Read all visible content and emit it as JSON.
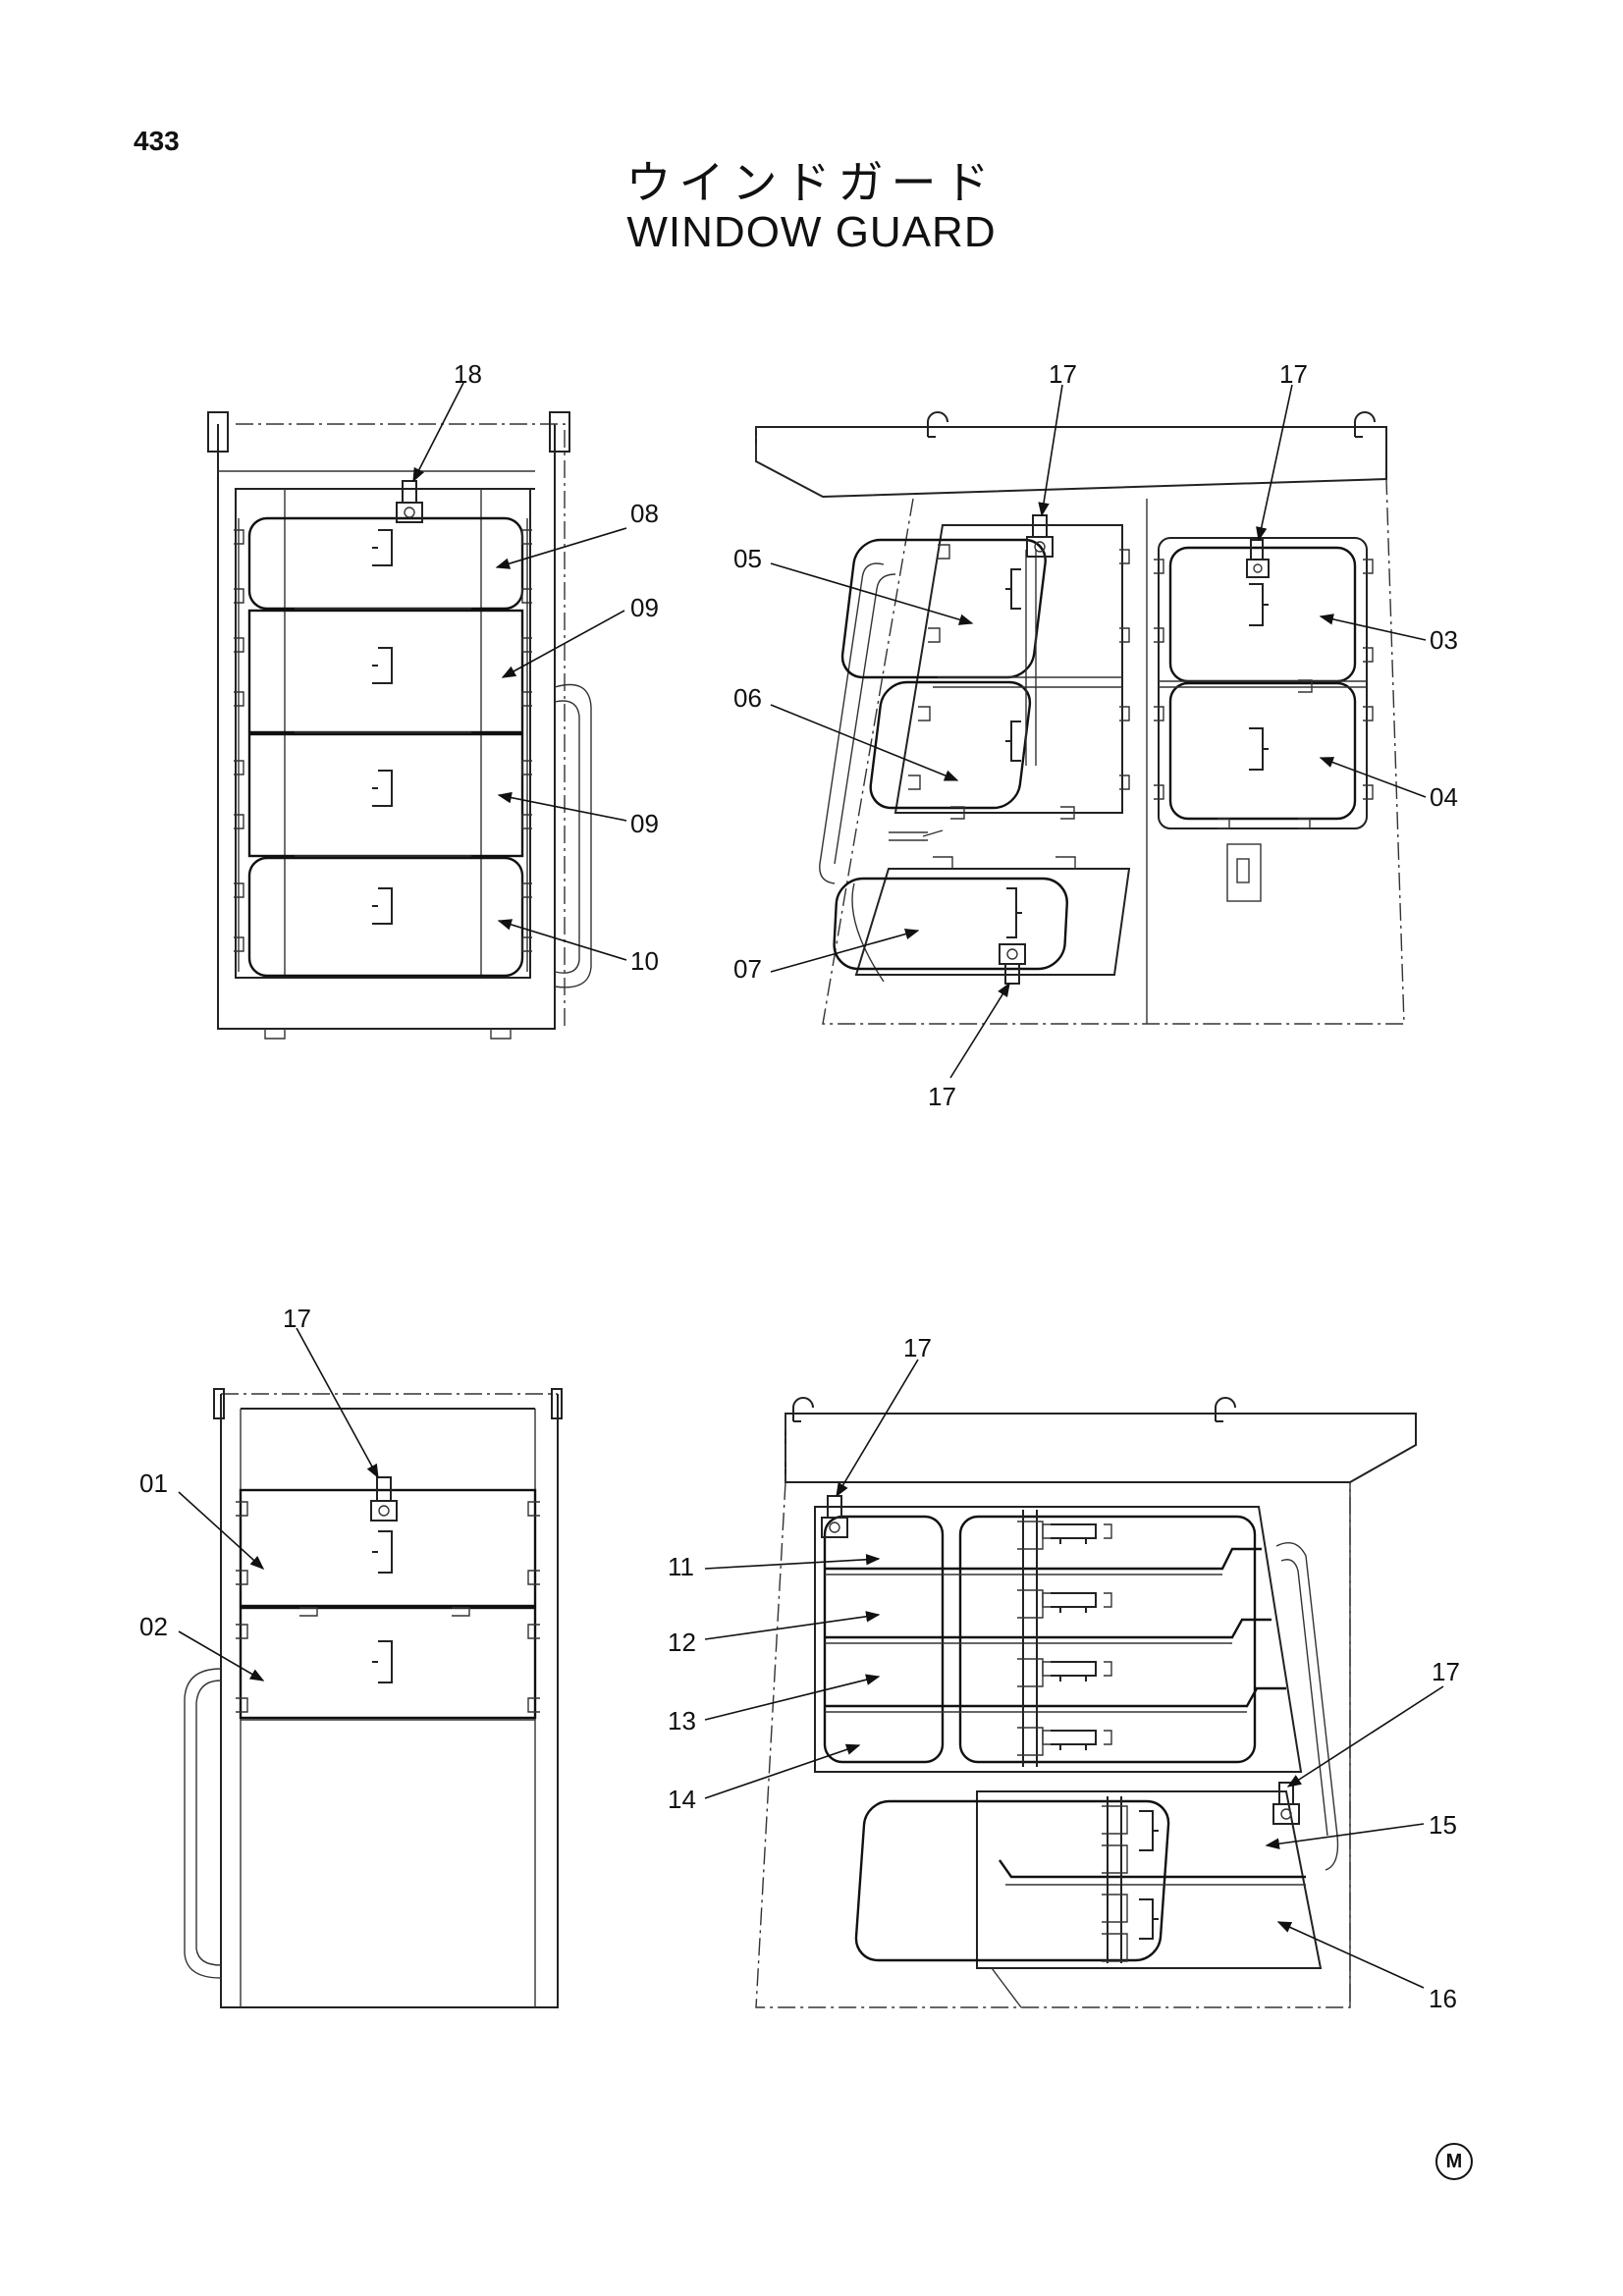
{
  "page": {
    "number": "433",
    "title_jp": "ウインドガード",
    "title_en": "WINDOW GUARD",
    "mark": "M"
  },
  "views": [
    {
      "name": "front-view",
      "callouts": [
        "18",
        "08",
        "09",
        "09",
        "10"
      ]
    },
    {
      "name": "left-side-view",
      "callouts": [
        "17",
        "17",
        "05",
        "06",
        "03",
        "04",
        "07",
        "17"
      ]
    },
    {
      "name": "rear-view",
      "callouts": [
        "17",
        "01",
        "02"
      ]
    },
    {
      "name": "right-side-view",
      "callouts": [
        "17",
        "11",
        "12",
        "13",
        "14",
        "17",
        "15",
        "16"
      ]
    }
  ]
}
